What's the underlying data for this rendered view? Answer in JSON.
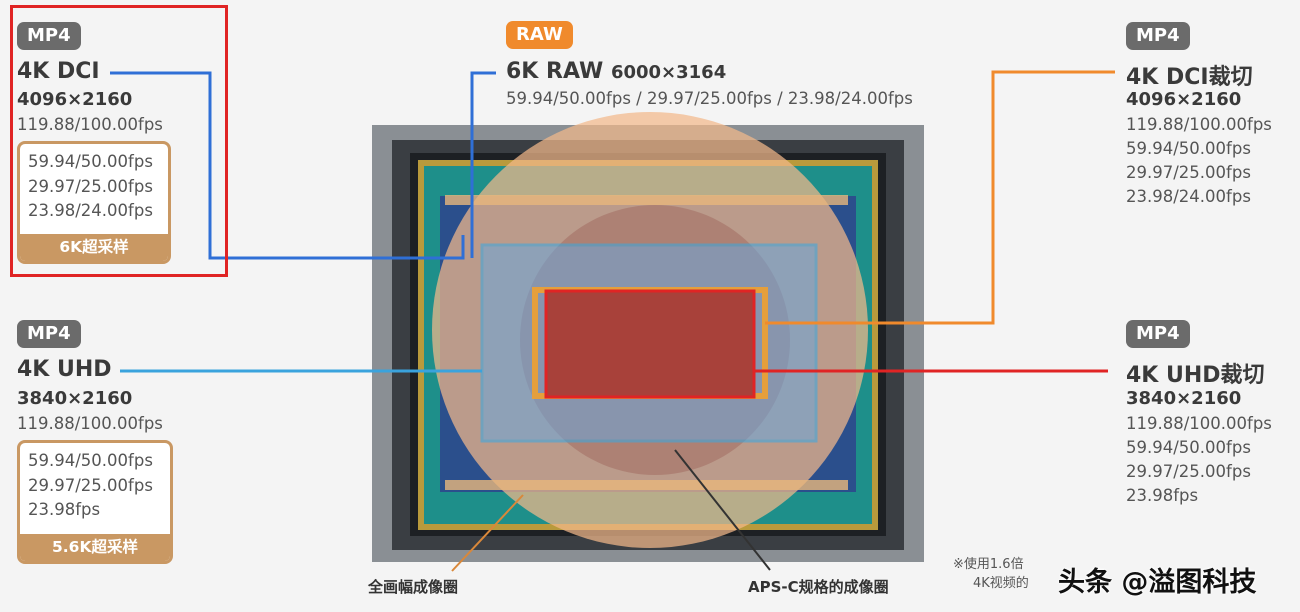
{
  "left_top": {
    "badge": "MP4",
    "format": "4K DCI",
    "resolution": "4096×2160",
    "fps_main": "119.88/100.00fps",
    "box_lines": [
      "59.94/50.00fps",
      "29.97/25.00fps",
      "23.98/24.00fps"
    ],
    "box_footer": "6K超采样"
  },
  "left_bottom": {
    "badge": "MP4",
    "format": "4K UHD",
    "resolution": "3840×2160",
    "fps_main": "119.88/100.00fps",
    "box_lines": [
      "59.94/50.00fps",
      "29.97/25.00fps",
      "23.98fps"
    ],
    "box_footer": "5.6K超采样"
  },
  "center_top": {
    "badge": "RAW",
    "format": "6K RAW",
    "resolution": "6000×3164",
    "fps": "59.94/50.00fps / 29.97/25.00fps / 23.98/24.00fps"
  },
  "right_top": {
    "badge": "MP4",
    "format": "4K DCI裁切",
    "resolution": "4096×2160",
    "fps_lines": [
      "119.88/100.00fps",
      "59.94/50.00fps",
      "29.97/25.00fps",
      "23.98/24.00fps"
    ]
  },
  "right_bottom": {
    "badge": "MP4",
    "format": "4K UHD裁切",
    "resolution": "3840×2160",
    "fps_lines": [
      "119.88/100.00fps",
      "59.94/50.00fps",
      "29.97/25.00fps",
      "23.98fps"
    ]
  },
  "captions": {
    "full_frame": "全画幅成像圈",
    "apsc": "APS-C规格的成像圈"
  },
  "footnote": [
    "※使用1.6倍",
    "4K视频的"
  ],
  "watermark": "头条 @溢图科技",
  "colors": {
    "dci_line": "#2f6fd6",
    "uhd_line": "#3aa3dd",
    "raw_line": "#2f6fd6",
    "dci_crop_line": "#f08a2c",
    "uhd_crop_line": "#e02424",
    "highlight_frame": "#e02424",
    "badge_gray": "#6b6b6b",
    "badge_raw": "#f08a2c",
    "box_tan": "#c99863"
  }
}
